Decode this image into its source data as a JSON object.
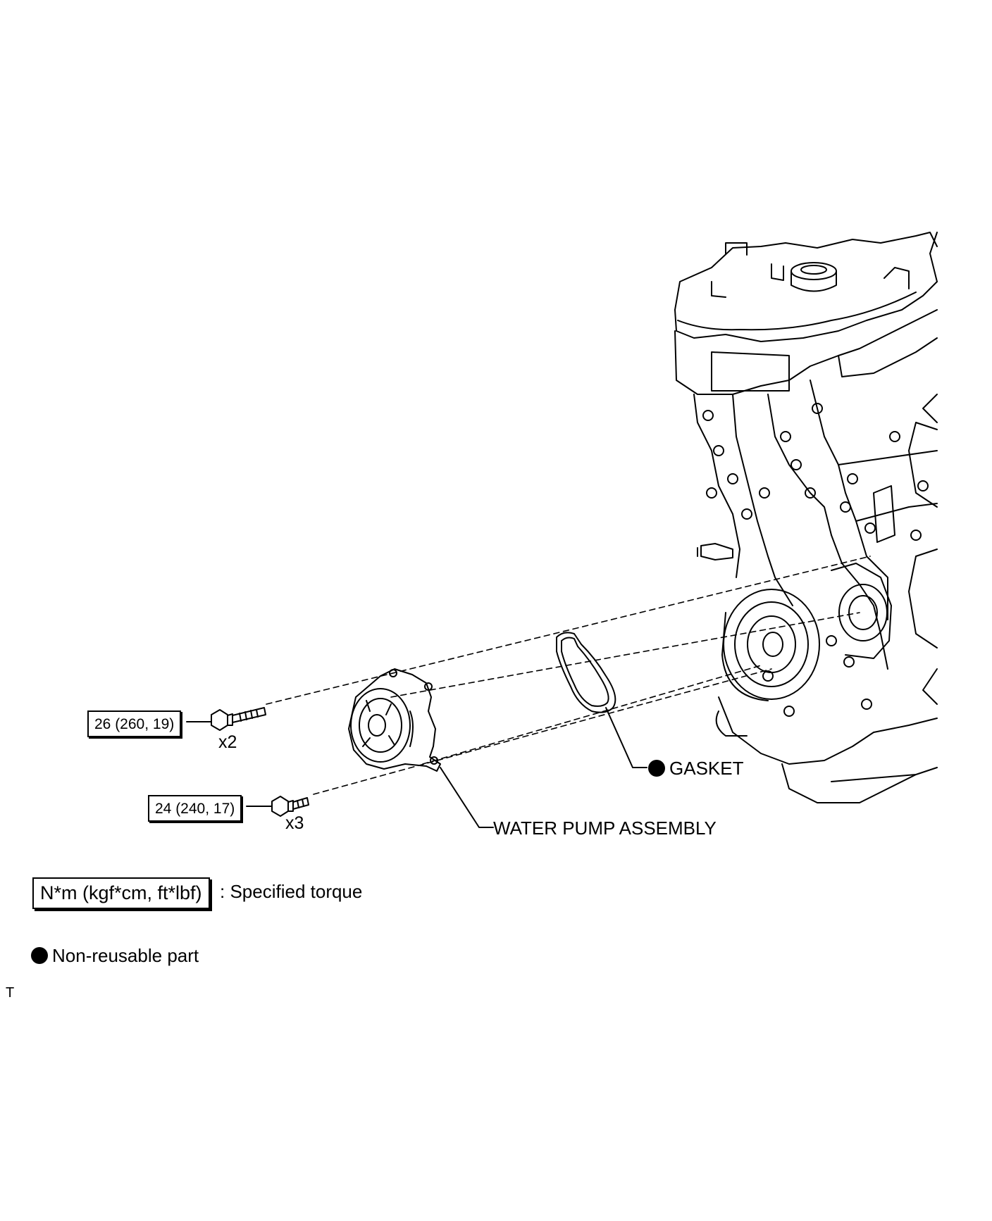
{
  "torque_callouts": [
    {
      "value": "26 (260, 19)",
      "count": "x2"
    },
    {
      "value": "24 (240, 17)",
      "count": "x3"
    }
  ],
  "part_labels": {
    "gasket": "GASKET",
    "water_pump": "WATER PUMP ASSEMBLY"
  },
  "legend": {
    "torque_unit": "N*m (kgf*cm, ft*lbf)",
    "torque_desc": ": Specified torque",
    "non_reusable": "Non-reusable part"
  },
  "footer_mark": "T"
}
